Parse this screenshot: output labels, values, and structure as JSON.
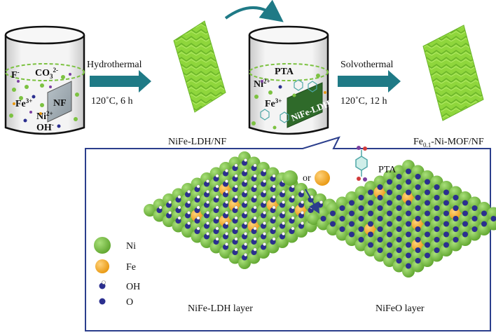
{
  "labels": {
    "step1_top": "Hydrothermal",
    "step1_bottom": "120˚C, 6 h",
    "step2_top": "Solvothermal",
    "step2_bottom": "120˚C, 12 h",
    "product1": "NiFe-LDH/NF",
    "product2_prefix": "Fe",
    "product2_sub": "0.1",
    "product2_suffix": "-Ni-MOF/NF",
    "beaker1": {
      "f": "F",
      "f_sup": "-",
      "co3": "CO",
      "co3_sub": "3",
      "co3_sup": "2-",
      "fe": "Fe",
      "fe_sup": "3+",
      "ni": "Ni",
      "ni_sup": "2+",
      "oh": "OH",
      "oh_sup": "-",
      "nf": "NF"
    },
    "beaker2": {
      "pta": "PTA",
      "ni": "Ni",
      "ni_sup": "2+",
      "fe": "Fe",
      "fe_sup": "3+",
      "ldh": "NiFe-LDH/NF"
    },
    "legend": {
      "ni": "Ni",
      "fe": "Fe",
      "oh": "OH",
      "o": "O"
    },
    "or": "or",
    "pta": "PTA",
    "layer1": "NiFe-LDH layer",
    "layer2": "NiFeO layer"
  },
  "colors": {
    "ni_green": "#7cc241",
    "fe_orange": "#f5ab25",
    "o_blue": "#2b2f8f",
    "arrow_teal": "#1f7a86",
    "panel_border": "#2b3e8c",
    "sheet_green": "#8fd63c"
  }
}
